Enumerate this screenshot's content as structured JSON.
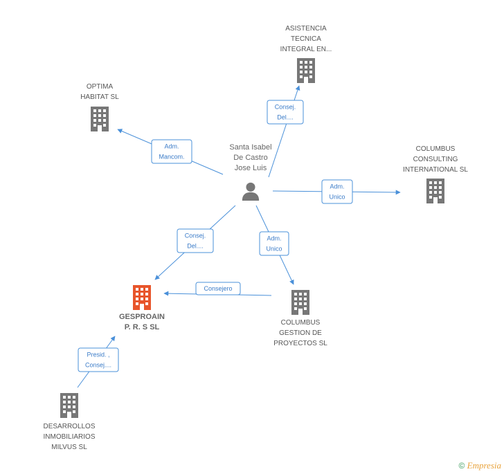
{
  "colors": {
    "company": "#777777",
    "main_company": "#e8552b",
    "person": "#777777",
    "edge": "#4a90d9"
  },
  "nodes": [
    {
      "id": "person",
      "kind": "person",
      "icon": "person-icon",
      "lines": [
        "Santa Isabel",
        "De Castro",
        "Jose Luis"
      ]
    },
    {
      "id": "asistencia",
      "kind": "company",
      "icon": "building-icon",
      "lines": [
        "ASISTENCIA",
        "TECNICA",
        "INTEGRAL EN..."
      ]
    },
    {
      "id": "optima",
      "kind": "company",
      "icon": "building-icon",
      "lines": [
        "OPTIMA",
        "HABITAT SL"
      ]
    },
    {
      "id": "columbus_consulting",
      "kind": "company",
      "icon": "building-icon",
      "lines": [
        "COLUMBUS",
        "CONSULTING",
        "INTERNATIONAL SL"
      ]
    },
    {
      "id": "gesproain",
      "kind": "main",
      "icon": "building-icon",
      "lines": [
        "GESPROAIN",
        "P. R. S SL"
      ]
    },
    {
      "id": "columbus_gestion",
      "kind": "company",
      "icon": "building-icon",
      "lines": [
        "COLUMBUS",
        "GESTION DE",
        "PROYECTOS SL"
      ]
    },
    {
      "id": "desarrollos",
      "kind": "company",
      "icon": "building-icon",
      "lines": [
        "DESARROLLOS",
        "INMOBILIARIOS",
        "MILVUS SL"
      ]
    }
  ],
  "edges": [
    {
      "from": "person",
      "to": "asistencia",
      "label": [
        "Consej.",
        "Del...."
      ]
    },
    {
      "from": "person",
      "to": "optima",
      "label": [
        "Adm.",
        "Mancom."
      ]
    },
    {
      "from": "person",
      "to": "columbus_consulting",
      "label": [
        "Adm.",
        "Unico"
      ]
    },
    {
      "from": "person",
      "to": "gesproain",
      "label": [
        "Consej.",
        "Del...."
      ]
    },
    {
      "from": "person",
      "to": "columbus_gestion",
      "label": [
        "Adm.",
        "Unico"
      ]
    },
    {
      "from": "columbus_gestion",
      "to": "gesproain",
      "label": [
        "Consejero"
      ]
    },
    {
      "from": "desarrollos",
      "to": "gesproain",
      "label": [
        "Presid. ,",
        "Consej...."
      ]
    }
  ],
  "footer": {
    "copyright": "©",
    "brand": "Empresia"
  }
}
